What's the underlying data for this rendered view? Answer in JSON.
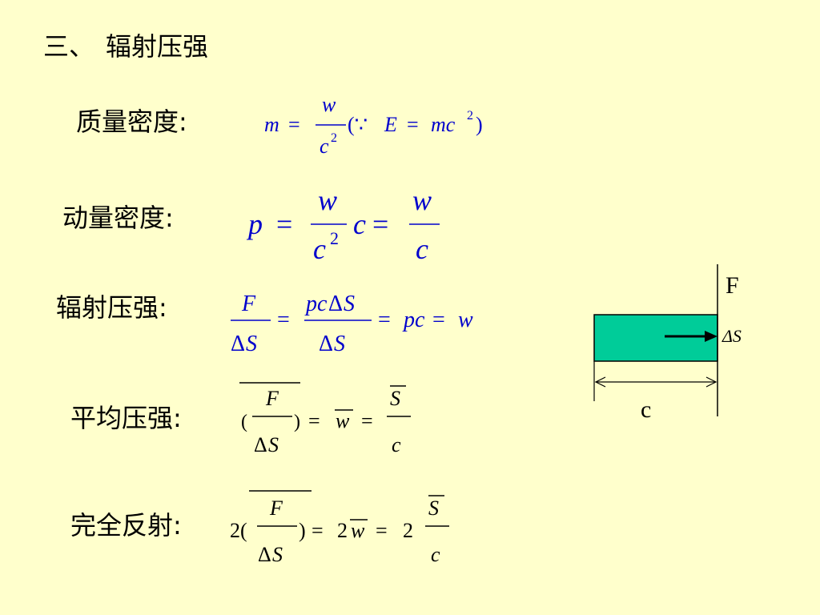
{
  "section": {
    "number": "三、",
    "title": "辐射压强"
  },
  "rows": [
    {
      "label": "质量密度:"
    },
    {
      "label": "动量密度:"
    },
    {
      "label": "辐射压强:"
    },
    {
      "label": "平均压强:"
    },
    {
      "label": "完全反射:"
    }
  ],
  "diagram": {
    "force_label": "F",
    "area_label": "ΔS",
    "length_label": "c",
    "block_color": "#00cc99"
  },
  "colors": {
    "background": "#ffffcc",
    "equation": "#0000cc",
    "text": "#000000"
  }
}
